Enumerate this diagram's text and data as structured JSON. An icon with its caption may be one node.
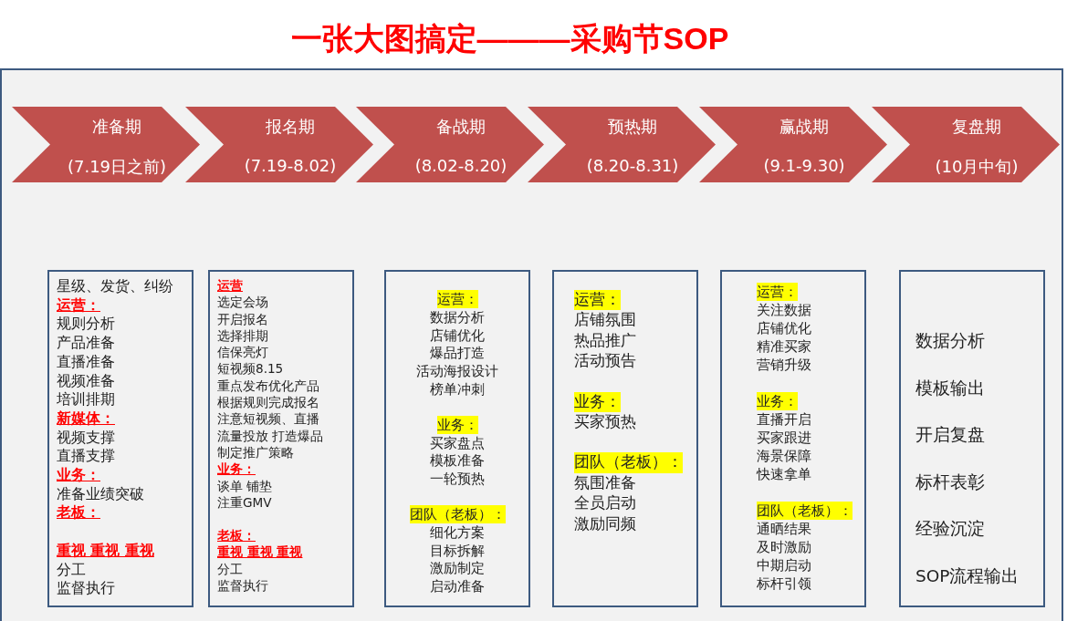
{
  "diagram": {
    "title": "一张大图搞定———采购节SOP",
    "nodes": [
      {
        "text": [
          "准备期",
          "(7.19日之前)"
        ]
      },
      {
        "text": [
          "报名期",
          "(7.19-8.02)"
        ]
      },
      {
        "text": [
          "备战期",
          "(8.02-8.20)"
        ]
      },
      {
        "text": [
          "预热期",
          "(8.20-8.31)"
        ]
      },
      {
        "text": [
          "赢战期",
          "(9.1-9.30)"
        ]
      },
      {
        "text": [
          "复盘期",
          "(10月中旬)"
        ]
      },
      {
        "text": [
          "星级、发货、纠纷",
          "运营：",
          "规则分析",
          "产品准备",
          "直播准备",
          "视频准备",
          "培训排期",
          "新媒体：",
          "视频支撑",
          "直播支撑",
          "业务：",
          "准备业绩突破",
          "老板：",
          "重视 重视 重视",
          "分工",
          "监督执行"
        ]
      },
      {
        "text": [
          "运营",
          "选定会场",
          "开启报名",
          "选择排期",
          "信保亮灯",
          "短视频8.15",
          "重点发布优化产品",
          "根据规则完成报名",
          "注意短视频、直播",
          "流量投放 打造爆品",
          "制定推广策略",
          "业务：",
          "谈单 铺垫",
          "注重GMV",
          "老板：",
          "重视 重视 重视",
          "分工",
          "监督执行"
        ]
      },
      {
        "text": [
          "运营：",
          "数据分析",
          "店铺优化",
          "爆品打造",
          "活动海报设计",
          "榜单冲刺",
          "业务：",
          "买家盘点",
          "模板准备",
          "一轮预热",
          "团队（老板）：",
          "细化方案",
          "目标拆解",
          "激励制定",
          "启动准备"
        ]
      },
      {
        "text": [
          "运营：",
          "店铺氛围",
          "热品推广",
          "活动预告",
          "业务：",
          "买家预热",
          "团队（老板）：",
          "氛围准备",
          "全员启动",
          "激励同频"
        ]
      },
      {
        "text": [
          "运营：",
          "关注数据",
          "店铺优化",
          "精准买家",
          "营销升级",
          "业务：",
          "直播开启",
          "买家跟进",
          "海景保障",
          "快速拿单",
          "团队（老板）：",
          "通晒结果",
          "及时激励",
          "中期启动",
          "标杆引领"
        ]
      },
      {
        "text": [
          "数据分析",
          "模板输出",
          "开启复盘",
          "标杆表彰",
          "经验沉淀",
          "SOP流程输出"
        ]
      }
    ]
  }
}
